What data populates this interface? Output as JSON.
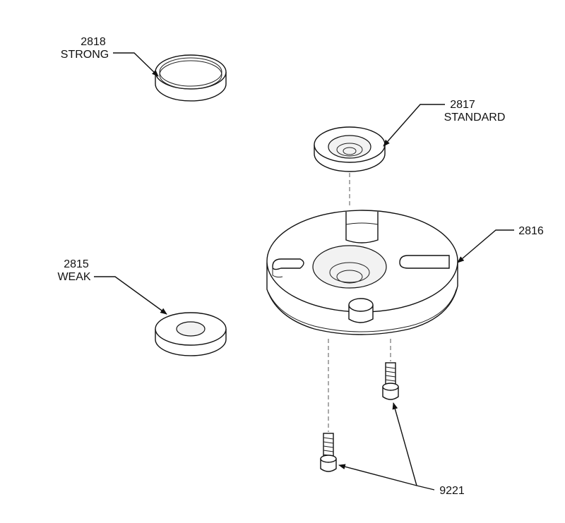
{
  "parts": {
    "p2818": {
      "number": "2818",
      "name": "STRONG"
    },
    "p2817": {
      "number": "2817",
      "name": "STANDARD"
    },
    "p2816": {
      "number": "2816"
    },
    "p2815": {
      "number": "2815",
      "name": "WEAK"
    },
    "p9221": {
      "number": "9221"
    }
  },
  "colors": {
    "line": "#111111",
    "background": "#ffffff"
  }
}
